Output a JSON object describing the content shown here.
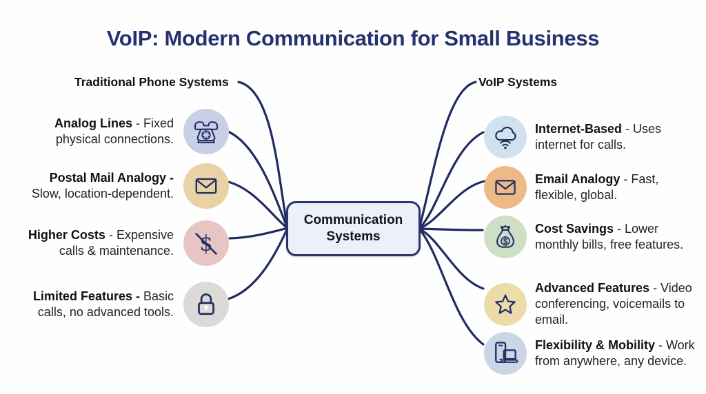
{
  "title": "VoIP: Modern Communication for Small Business",
  "center": {
    "label": "Communication Systems"
  },
  "left": {
    "header": "Traditional Phone Systems",
    "items": [
      {
        "icon": "rotary-phone-icon",
        "circle_color": "#c8cfe7",
        "bold": "Analog Lines",
        "text": " - Fixed physical connections."
      },
      {
        "icon": "postal-envelope-icon",
        "circle_color": "#e9d2a4",
        "bold": "Postal Mail Analogy -",
        "text": " Slow, location-dependent."
      },
      {
        "icon": "no-dollar-icon",
        "circle_color": "#e7c5c2",
        "bold": "Higher Costs",
        "text": " - Expensive calls & maintenance."
      },
      {
        "icon": "padlock-icon",
        "circle_color": "#dcdad7",
        "bold": "Limited Features -",
        "text": " Basic calls, no advanced tools."
      }
    ]
  },
  "right": {
    "header": "VoIP Systems",
    "items": [
      {
        "icon": "cloud-wifi-icon",
        "circle_color": "#cfe2ed",
        "bold": "Internet-Based",
        "text": " - Uses internet for calls."
      },
      {
        "icon": "email-envelope-icon",
        "circle_color": "#edb987",
        "bold": "Email Analogy",
        "text": " - Fast, flexible, global."
      },
      {
        "icon": "money-bag-icon",
        "circle_color": "#cfdfc5",
        "bold": "Cost Savings",
        "text": " - Lower monthly bills, free features."
      },
      {
        "icon": "star-icon",
        "circle_color": "#ebdcaa",
        "bold": "Advanced Features",
        "text": " - Video conferencing, voicemails to email."
      },
      {
        "icon": "phone-laptop-icon",
        "circle_color": "#ccd5e5",
        "bold": "Flexibility & Mobility",
        "text": " - Work from anywhere, any device."
      }
    ]
  },
  "colors": {
    "title_navy": "#253170",
    "connector_line": "#202b5f",
    "body_text": "#232325",
    "center_fill": "#edf0f8",
    "center_border": "#2a3468"
  }
}
